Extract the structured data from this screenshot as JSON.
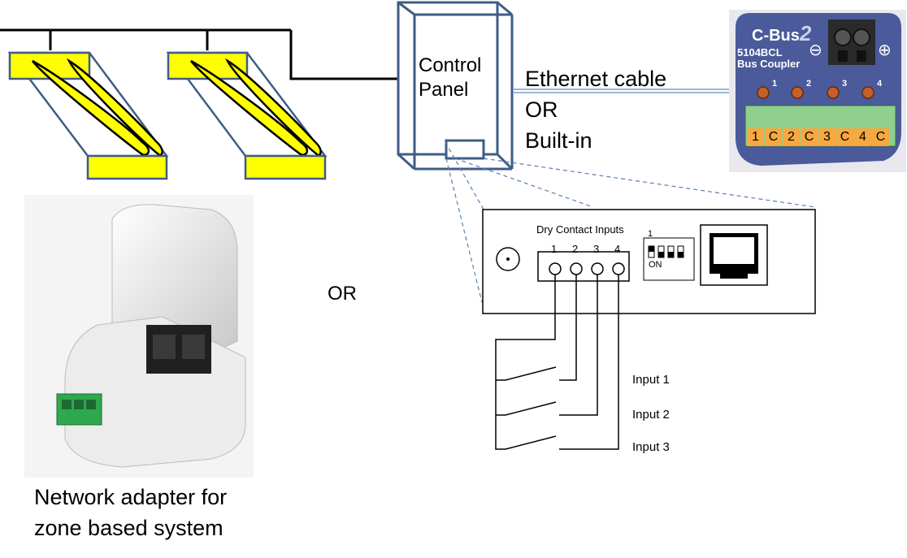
{
  "control_panel": {
    "line1": "Control",
    "line2": "Panel"
  },
  "connection_options": {
    "line1": "Ethernet cable",
    "line2": "OR",
    "line3": "Built-in"
  },
  "middle_or": "OR",
  "adapter_caption": {
    "line1": "Network adapter for",
    "line2": "zone based system"
  },
  "bus_coupler": {
    "brand": "C-Bus",
    "brand_suffix": "2",
    "model": "5104BCL",
    "subtitle": "Bus Coupler",
    "minus": "⊖",
    "plus": "⊕",
    "led_numbers": [
      "1",
      "2",
      "3",
      "4"
    ],
    "terminals": [
      "1",
      "C",
      "2",
      "C",
      "3",
      "C",
      "4",
      "C"
    ]
  },
  "dry_contact": {
    "title": "Dry Contact Inputs",
    "numbers": [
      "1",
      "2",
      "3",
      "4"
    ],
    "dip_number": "1",
    "dip_on": "ON",
    "inputs": [
      "Input 1",
      "Input 2",
      "Input 3"
    ]
  },
  "colors": {
    "fixture_yellow": "#ffff00",
    "panel_blue": "#3e5d86",
    "terminal_orange": "#f7a840",
    "terminal_green": "#8fd08f",
    "coupler_blue": "#4a5a9a"
  }
}
